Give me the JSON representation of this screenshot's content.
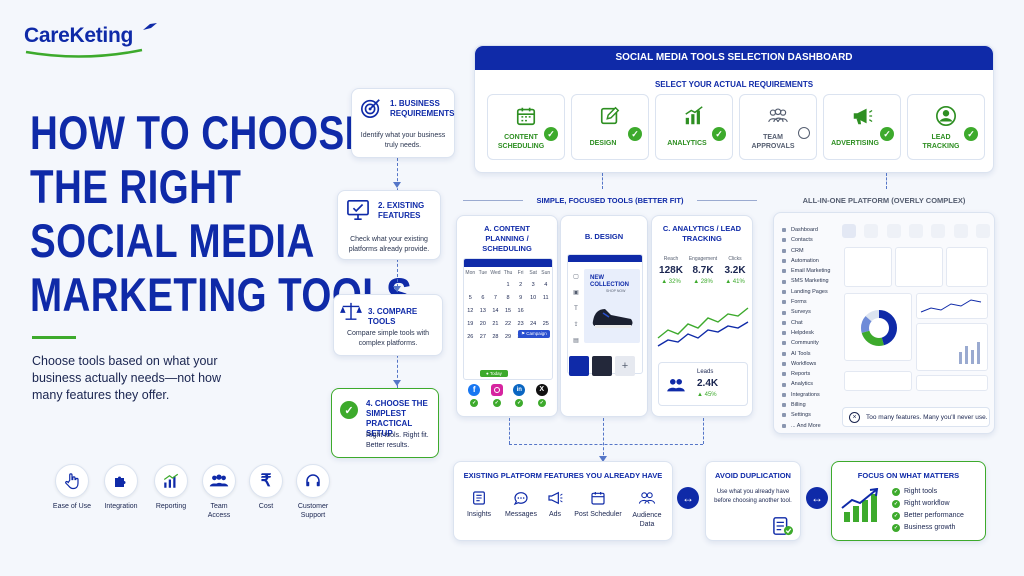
{
  "brand": {
    "name": "CareKeting"
  },
  "hero": {
    "title_lines": [
      "HOW TO CHOOSE",
      "THE RIGHT",
      "SOCIAL MEDIA",
      "MARKETING TOOLS"
    ],
    "subtitle": "Choose tools based on what your business actually needs—not how many features they offer."
  },
  "steps": [
    {
      "title": "1. BUSINESS REQUIREMENTS",
      "desc": "Identify what your business truly needs."
    },
    {
      "title": "2. EXISTING FEATURES",
      "desc": "Check what your existing platforms already provide."
    },
    {
      "title": "3. COMPARE TOOLS",
      "desc": "Compare simple tools with complex platforms."
    },
    {
      "title": "4. CHOOSE THE SIMPLEST PRACTICAL SETUP",
      "desc": "Right tools. Right fit. Better results."
    }
  ],
  "criteria": [
    {
      "label": "Ease of Use",
      "icon": "hand-pointer-icon"
    },
    {
      "label": "Integration",
      "icon": "puzzle-icon"
    },
    {
      "label": "Reporting",
      "icon": "bar-chart-icon"
    },
    {
      "label": "Team Access",
      "icon": "team-icon"
    },
    {
      "label": "Cost",
      "icon": "rupee-icon"
    },
    {
      "label": "Customer Support",
      "icon": "headset-icon"
    }
  ],
  "dashboard": {
    "header": "SOCIAL MEDIA TOOLS SELECTION DASHBOARD",
    "subheader": "SELECT YOUR ACTUAL REQUIREMENTS",
    "requirements": [
      {
        "label": "CONTENT SCHEDULING",
        "selected": true,
        "icon": "calendar-icon"
      },
      {
        "label": "DESIGN",
        "selected": true,
        "icon": "edit-icon"
      },
      {
        "label": "ANALYTICS",
        "selected": true,
        "icon": "bar-chart-icon"
      },
      {
        "label": "TEAM APPROVALS",
        "selected": false,
        "icon": "team-icon"
      },
      {
        "label": "ADVERTISING",
        "selected": true,
        "icon": "megaphone-icon"
      },
      {
        "label": "LEAD TRACKING",
        "selected": true,
        "icon": "user-icon"
      }
    ]
  },
  "simple": {
    "heading": "SIMPLE, FOCUSED TOOLS (BETTER FIT)",
    "content_title": "A. CONTENT PLANNING / SCHEDULING",
    "weekdays": [
      "Mon",
      "Tue",
      "Wed",
      "Thu",
      "Fri",
      "Sat",
      "Sun"
    ],
    "calendar_rows": [
      [
        "",
        "",
        "",
        "1",
        "2",
        "3",
        "4"
      ],
      [
        "5",
        "6",
        "7",
        "8",
        "9",
        "10",
        "11"
      ],
      [
        "12",
        "13",
        "14",
        "15",
        "16",
        "",
        ""
      ],
      [
        "19",
        "20",
        "21",
        "22",
        "23",
        "24",
        "25"
      ],
      [
        "26",
        "27",
        "28",
        "29",
        "30",
        "",
        ""
      ]
    ],
    "campaign_label": "Campaign",
    "today_label": "Today",
    "design_title": "B. DESIGN",
    "design_banner": "NEW COLLECTION",
    "design_sub": "SHOP NOW",
    "analytics_title": "C. ANALYTICS / LEAD TRACKING",
    "metrics": [
      {
        "label": "Reach",
        "value": "128K",
        "change": "▲ 32%"
      },
      {
        "label": "Engagement",
        "value": "8.7K",
        "change": "▲ 28%"
      },
      {
        "label": "Clicks",
        "value": "3.2K",
        "change": "▲ 41%"
      }
    ],
    "leads_label": "Leads",
    "leads_value": "2.4K",
    "leads_change": "▲ 45%"
  },
  "allinone": {
    "heading": "ALL-IN-ONE PLATFORM (OVERLY COMPLEX)",
    "menu": [
      "Dashboard",
      "Contacts",
      "CRM",
      "Automation",
      "Email Marketing",
      "SMS Marketing",
      "Landing Pages",
      "Forms",
      "Surveys",
      "Chat",
      "Helpdesk",
      "Community",
      "AI Tools",
      "Workflows",
      "Reports",
      "Analytics",
      "Integrations",
      "Billing",
      "Settings",
      "... And More"
    ],
    "warning": "Too many features. Many you'll never use."
  },
  "existing": {
    "title": "EXISTING PLATFORM FEATURES YOU ALREADY HAVE",
    "items": [
      {
        "label": "Insights",
        "icon": "report-icon"
      },
      {
        "label": "Messages",
        "icon": "chat-icon"
      },
      {
        "label": "Ads",
        "icon": "megaphone-icon"
      },
      {
        "label": "Post Scheduler",
        "icon": "calendar-icon"
      },
      {
        "label": "Audience Data",
        "icon": "team-icon"
      }
    ]
  },
  "avoid": {
    "title": "AVOID DUPLICATION",
    "desc": "Use what you already have before choosing another tool."
  },
  "focus": {
    "title": "FOCUS ON WHAT MATTERS",
    "items": [
      "Right tools",
      "Right workflow",
      "Better performance",
      "Business growth"
    ]
  },
  "colors": {
    "navy": "#0f2aa8",
    "green": "#3daa2c",
    "background": "#f4f7fc"
  }
}
